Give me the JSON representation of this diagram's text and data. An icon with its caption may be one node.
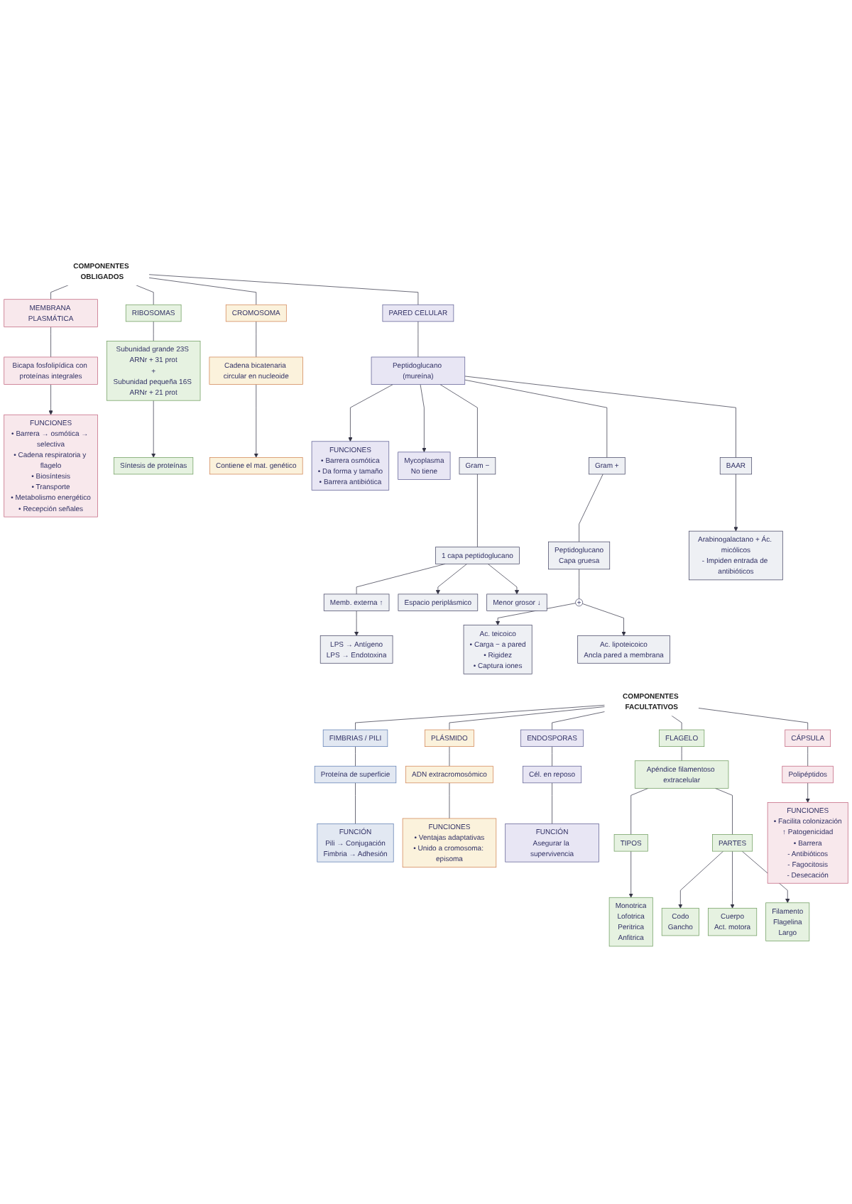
{
  "diagram": {
    "nodes": [
      {
        "text": [
          "COMPONENTES OBLIGADOS"
        ]
      },
      {
        "text": [
          "MEMBRANA PLASMÁTICA"
        ]
      },
      {
        "text": [
          "Bicapa fosfolipídica con proteínas integrales"
        ]
      },
      {
        "text": [
          "FUNCIONES",
          "• Barrera → osmótica → selectiva",
          "• Cadena respiratoria y flagelo",
          "• Biosíntesis",
          "• Transporte",
          "• Metabolismo energético",
          "• Recepción señales"
        ]
      },
      {
        "text": [
          "RIBOSOMAS"
        ]
      },
      {
        "text": [
          "Subunidad grande 23S ARNr + 31 prot",
          "+",
          "Subunidad pequeña 16S ARNr + 21 prot"
        ]
      },
      {
        "text": [
          "Síntesis de proteínas"
        ]
      },
      {
        "text": [
          "CROMOSOMA"
        ]
      },
      {
        "text": [
          "Cadena bicatenaria circular en nucleoide"
        ]
      },
      {
        "text": [
          "Contiene el mat. genético"
        ]
      },
      {
        "text": [
          "PARED CELULAR"
        ]
      },
      {
        "text": [
          "Peptidoglucano (mureína)"
        ]
      },
      {
        "text": [
          "FUNCIONES",
          "• Barrera osmótica",
          "• Da forma y tamaño",
          "• Barrera antibiótica"
        ]
      },
      {
        "text": [
          "Mycoplasma",
          "No tiene"
        ]
      },
      {
        "text": [
          "Gram −"
        ]
      },
      {
        "text": [
          "1 capa peptidoglucano"
        ]
      },
      {
        "text": [
          "Memb. externa ↑"
        ]
      },
      {
        "text": [
          "Espacio periplásmico"
        ]
      },
      {
        "text": [
          "Menor grosor ↓"
        ]
      },
      {
        "text": [
          "LPS → Antígeno",
          "LPS → Endotoxina"
        ]
      },
      {
        "text": [
          "Gram +"
        ]
      },
      {
        "text": [
          "Peptidoglucano",
          "Capa gruesa"
        ]
      },
      {
        "text": [
          "+"
        ]
      },
      {
        "text": [
          "Ac. teicoico",
          "• Carga − a pared",
          "• Rigidez",
          "• Captura iones"
        ]
      },
      {
        "text": [
          "Ac. lipoteicoico",
          "Ancla pared a membrana"
        ]
      },
      {
        "text": [
          "BAAR"
        ]
      },
      {
        "text": [
          "Arabinogalactano + Ác. micólicos",
          "- Impiden entrada de antibióticos"
        ]
      },
      {
        "text": [
          "COMPONENTES FACULTATIVOS"
        ]
      },
      {
        "text": [
          "FIMBRIAS / PILI"
        ]
      },
      {
        "text": [
          "Proteína de superficie"
        ]
      },
      {
        "text": [
          "FUNCIÓN",
          "Pili → Conjugación",
          "Fimbria → Adhesión"
        ]
      },
      {
        "text": [
          "PLÁSMIDO"
        ]
      },
      {
        "text": [
          "ADN extracromosómico"
        ]
      },
      {
        "text": [
          "FUNCIONES",
          "• Ventajas adaptativas",
          "• Unido a cromosoma: episoma"
        ]
      },
      {
        "text": [
          "ENDOSPORAS"
        ]
      },
      {
        "text": [
          "Cél. en reposo"
        ]
      },
      {
        "text": [
          "FUNCIÓN",
          "Asegurar la supervivencia"
        ]
      },
      {
        "text": [
          "FLAGELO"
        ]
      },
      {
        "text": [
          "Apéndice filamentoso extracelular"
        ]
      },
      {
        "text": [
          "CÁPSULA"
        ]
      },
      {
        "text": [
          "Polipéptidos"
        ]
      },
      {
        "text": [
          "FUNCIONES",
          "• Facilita colonización",
          "↑ Patogenicidad",
          "• Barrera",
          "- Antibióticos",
          "- Fagocitosis",
          "- Desecación"
        ]
      },
      {
        "text": [
          "TIPOS"
        ]
      },
      {
        "text": [
          "Monotrica",
          "Lofotrica",
          "Peritrica",
          "Anfitrica"
        ]
      },
      {
        "text": [
          "PARTES"
        ]
      },
      {
        "text": [
          "Codo",
          "Gancho"
        ]
      },
      {
        "text": [
          "Cuerpo",
          "Act. motora"
        ]
      },
      {
        "text": [
          "Filamento",
          "Flagelina",
          "Largo"
        ]
      }
    ],
    "edges": [
      {
        "from": 0,
        "to": 1,
        "arrow": "none"
      },
      {
        "from": 0,
        "to": 4,
        "arrow": "none"
      },
      {
        "from": 0,
        "to": 7,
        "arrow": "none"
      },
      {
        "from": 0,
        "to": 10,
        "arrow": "none"
      },
      {
        "from": 1,
        "to": 2,
        "arrow": "none"
      },
      {
        "from": 2,
        "to": 3,
        "arrow": "to"
      },
      {
        "from": 4,
        "to": 5,
        "arrow": "none"
      },
      {
        "from": 5,
        "to": 6,
        "arrow": "to"
      },
      {
        "from": 7,
        "to": 8,
        "arrow": "none"
      },
      {
        "from": 8,
        "to": 9,
        "arrow": "to"
      },
      {
        "from": 10,
        "to": 11,
        "arrow": "none"
      },
      {
        "from": 11,
        "to": 12,
        "arrow": "to"
      },
      {
        "from": 11,
        "to": 13,
        "arrow": "to"
      },
      {
        "from": 11,
        "to": 14,
        "arrow": "none"
      },
      {
        "from": 11,
        "to": 20,
        "arrow": "none"
      },
      {
        "from": 11,
        "to": 25,
        "arrow": "none"
      },
      {
        "from": 14,
        "to": 15,
        "arrow": "none"
      },
      {
        "from": 15,
        "to": 16,
        "arrow": "none"
      },
      {
        "from": 15,
        "to": 17,
        "arrow": "to"
      },
      {
        "from": 15,
        "to": 18,
        "arrow": "to"
      },
      {
        "from": 16,
        "to": 19,
        "arrow": "to"
      },
      {
        "from": 20,
        "to": 21,
        "arrow": "none"
      },
      {
        "from": 21,
        "to": 22,
        "arrow": "none"
      },
      {
        "from": 22,
        "to": 23,
        "arrow": "to"
      },
      {
        "from": 22,
        "to": 24,
        "arrow": "to"
      },
      {
        "from": 25,
        "to": 26,
        "arrow": "to"
      },
      {
        "from": 27,
        "to": 28,
        "arrow": "none"
      },
      {
        "from": 27,
        "to": 31,
        "arrow": "none"
      },
      {
        "from": 27,
        "to": 34,
        "arrow": "none"
      },
      {
        "from": 27,
        "to": 37,
        "arrow": "none"
      },
      {
        "from": 27,
        "to": 39,
        "arrow": "none"
      },
      {
        "from": 28,
        "to": 29,
        "arrow": "none"
      },
      {
        "from": 29,
        "to": 30,
        "arrow": "none"
      },
      {
        "from": 31,
        "to": 32,
        "arrow": "none"
      },
      {
        "from": 32,
        "to": 33,
        "arrow": "none"
      },
      {
        "from": 34,
        "to": 35,
        "arrow": "none"
      },
      {
        "from": 35,
        "to": 36,
        "arrow": "none"
      },
      {
        "from": 37,
        "to": 38,
        "arrow": "none"
      },
      {
        "from": 38,
        "to": 42,
        "arrow": "none"
      },
      {
        "from": 38,
        "to": 44,
        "arrow": "none"
      },
      {
        "from": 39,
        "to": 40,
        "arrow": "none"
      },
      {
        "from": 40,
        "to": 41,
        "arrow": "to"
      },
      {
        "from": 42,
        "to": 43,
        "arrow": "to"
      },
      {
        "from": 44,
        "to": 45,
        "arrow": "to"
      },
      {
        "from": 44,
        "to": 46,
        "arrow": "to"
      },
      {
        "from": 44,
        "to": 47,
        "arrow": "to"
      }
    ]
  }
}
